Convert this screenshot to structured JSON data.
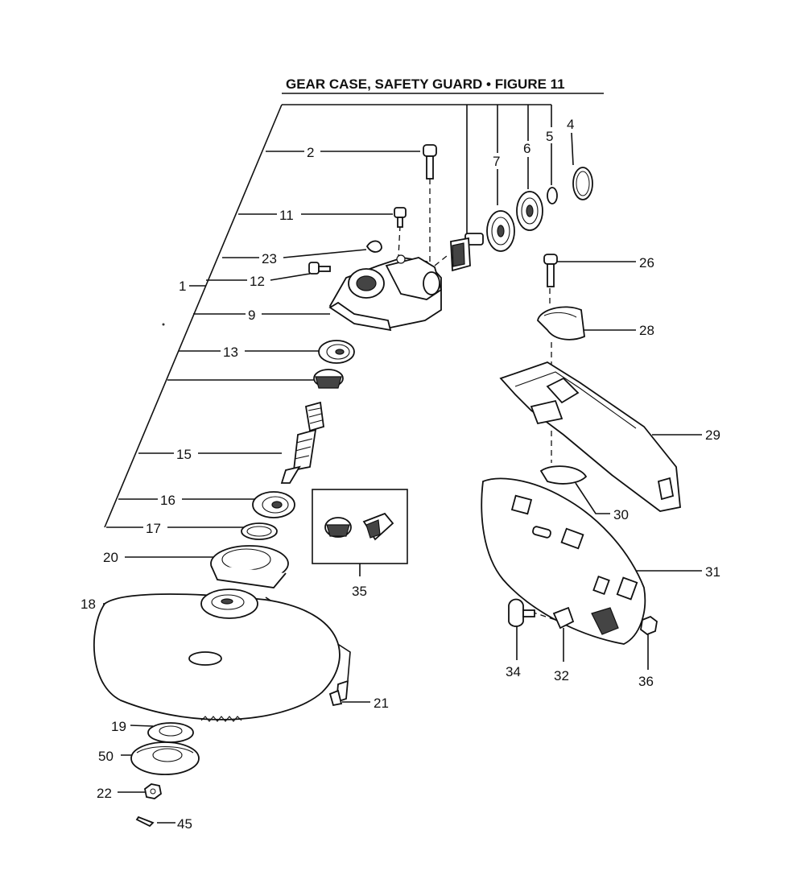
{
  "title": "GEAR CASE, SAFETY GUARD •  FIGURE 11",
  "labels": {
    "p1": "1",
    "p2": "2",
    "p4": "4",
    "p5": "5",
    "p6": "6",
    "p7": "7",
    "p9": "9",
    "p11": "11",
    "p12": "12",
    "p13": "13",
    "p15": "15",
    "p16": "16",
    "p17": "17",
    "p18": "18",
    "p19": "19",
    "p20": "20",
    "p21": "21",
    "p22": "22",
    "p23": "23",
    "p26": "26",
    "p28": "28",
    "p29": "29",
    "p30": "30",
    "p31": "31",
    "p32": "32",
    "p34": "34",
    "p35": "35",
    "p36": "36",
    "p45": "45",
    "p50": "50"
  }
}
